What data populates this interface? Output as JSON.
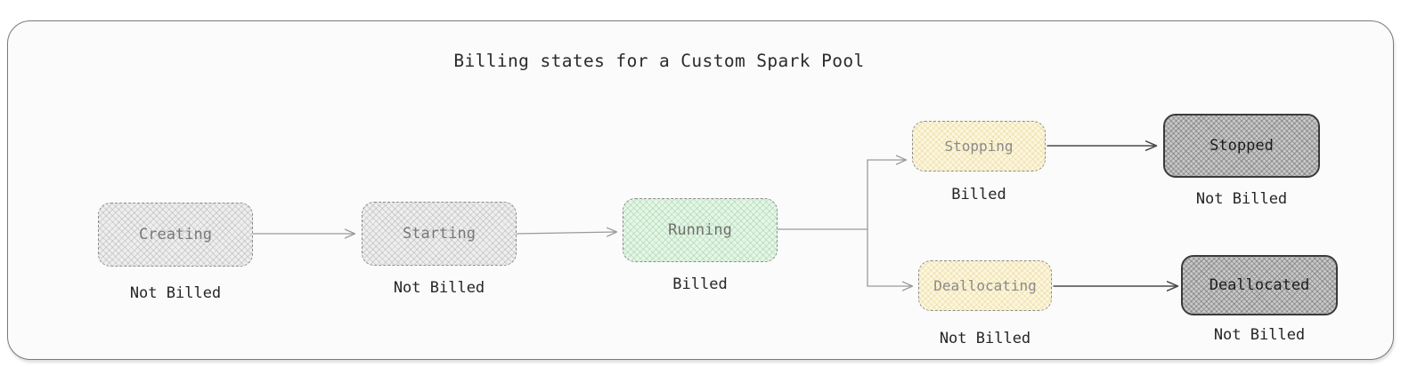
{
  "diagram": {
    "title": "Billing states for a Custom Spark Pool",
    "type": "state-flow",
    "colors": {
      "card_border": "#7a7a7a",
      "card_background": "#fbfbfb",
      "state_gray_light": "#eeeeee",
      "state_gray_dark": "#c9c9c9",
      "state_green": "#e4f6e6",
      "state_yellow": "#fcf6dd",
      "connector": "#9a9a9a",
      "connector_strong": "#4a4a4a",
      "caption_text": "#262626"
    },
    "nodes": [
      {
        "id": "creating",
        "label": "Creating",
        "billing": "Not Billed",
        "style": "gray-light"
      },
      {
        "id": "starting",
        "label": "Starting",
        "billing": "Not Billed",
        "style": "gray-light"
      },
      {
        "id": "running",
        "label": "Running",
        "billing": "Billed",
        "style": "green"
      },
      {
        "id": "stopping",
        "label": "Stopping",
        "billing": "Billed",
        "style": "yellow"
      },
      {
        "id": "stopped",
        "label": "Stopped",
        "billing": "Not Billed",
        "style": "gray-dark"
      },
      {
        "id": "deallocating",
        "label": "Deallocating",
        "billing": "Not Billed",
        "style": "yellow"
      },
      {
        "id": "deallocated",
        "label": "Deallocated",
        "billing": "Not Billed",
        "style": "gray-dark"
      }
    ],
    "edges": [
      {
        "from": "creating",
        "to": "starting",
        "label": ""
      },
      {
        "from": "starting",
        "to": "running",
        "label": ""
      },
      {
        "from": "running",
        "to": "stopping",
        "label": ""
      },
      {
        "from": "running",
        "to": "deallocating",
        "label": ""
      },
      {
        "from": "stopping",
        "to": "stopped",
        "label": ""
      },
      {
        "from": "deallocating",
        "to": "deallocated",
        "label": ""
      }
    ]
  }
}
